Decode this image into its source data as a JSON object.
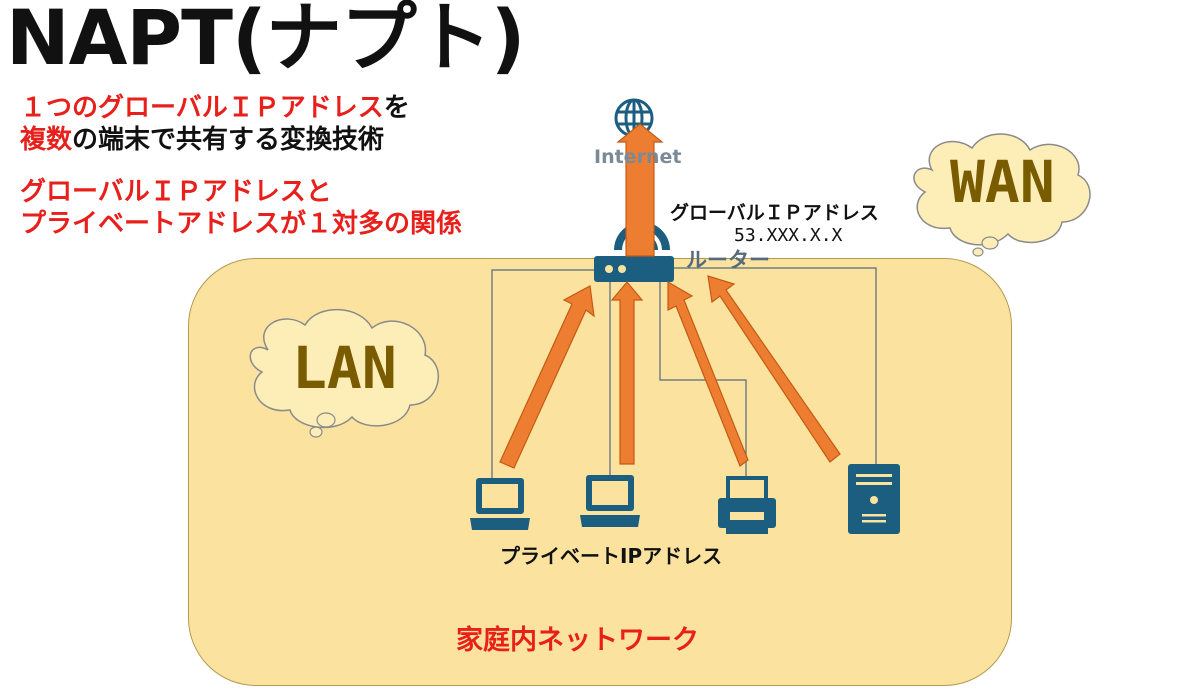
{
  "title": "NAPT(ナプト)",
  "description": {
    "line1_red": "１つのグローバルＩＰアドレス",
    "line1_black": "を",
    "line2_red": "複数",
    "line2_black": "の端末で共有する変換技術",
    "line3": "グローバルＩＰアドレスと",
    "line4": "プライベートアドレスが１対多の関係"
  },
  "internet_label": "Internet",
  "router_label": "ルーター",
  "global_ip_label": "グローバルＩＰアドレス",
  "global_ip_value": "53.XXX.X.X",
  "wan_label": "WAN",
  "lan_label": "LAN",
  "private_ip_label": "プライベートIPアドレス",
  "home_network_label": "家庭内ネットワーク",
  "colors": {
    "title": "#111111",
    "highlight_red": "#e8201c",
    "lan_fill": "#fbe39f",
    "cloud_fill": "#fdeeb8",
    "cloud_text": "#7a5c00",
    "arrow": "#ed7d31",
    "device": "#1b5e80"
  },
  "icons": [
    "globe-icon",
    "wifi-icon",
    "router-icon",
    "laptop-icon",
    "printer-icon",
    "server-icon",
    "cloud-shape"
  ]
}
